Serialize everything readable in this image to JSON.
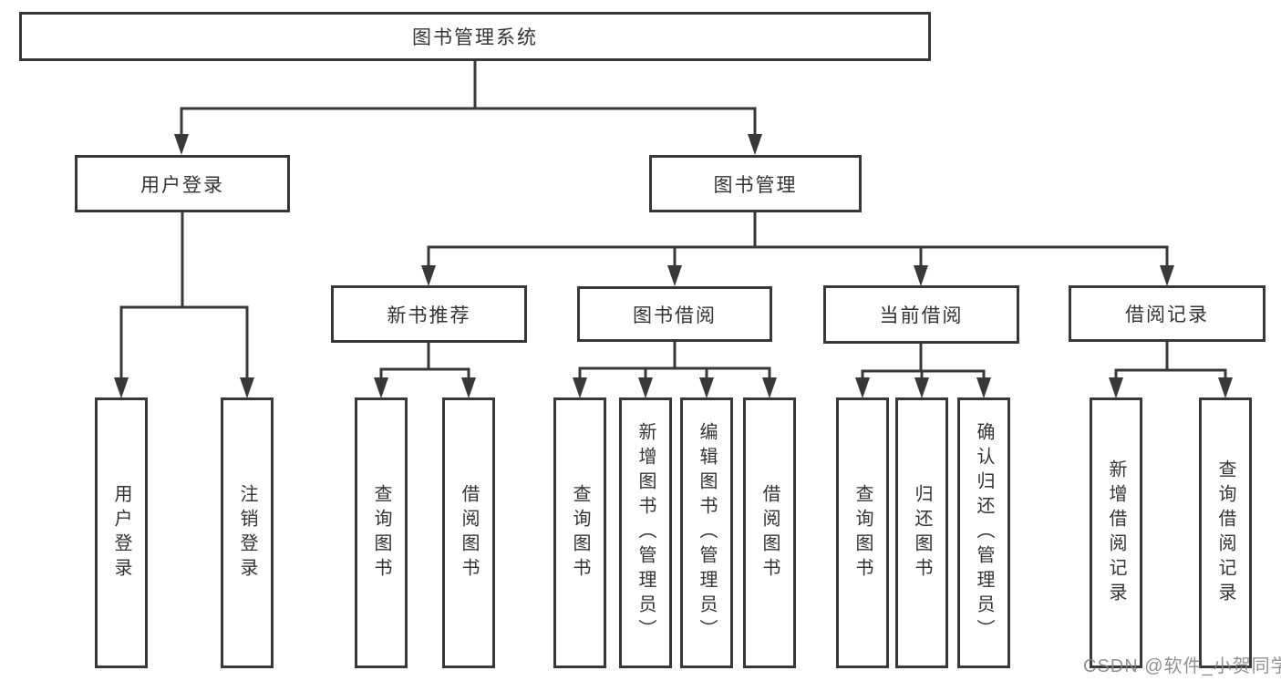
{
  "diagram_type": "functional-structure-tree",
  "colors": {
    "line": "#383838",
    "box_border": "#383838",
    "text": "#333333",
    "background": "#ffffff",
    "watermark": "#828282"
  },
  "tree": {
    "label": "图书管理系统",
    "children": [
      {
        "label": "用户登录",
        "children": [
          {
            "label": "用户登录"
          },
          {
            "label": "注销登录"
          }
        ]
      },
      {
        "label": "图书管理",
        "children": [
          {
            "label": "新书推荐",
            "children": [
              {
                "label": "查询图书"
              },
              {
                "label": "借阅图书"
              }
            ]
          },
          {
            "label": "图书借阅",
            "children": [
              {
                "label": "查询图书"
              },
              {
                "label": "新增图书（管理员）"
              },
              {
                "label": "编辑图书（管理员）"
              },
              {
                "label": "借阅图书"
              }
            ]
          },
          {
            "label": "当前借阅",
            "children": [
              {
                "label": "查询图书"
              },
              {
                "label": "归还图书"
              },
              {
                "label": "确认归还（管理员）"
              }
            ]
          },
          {
            "label": "借阅记录",
            "children": [
              {
                "label": "新增借阅记录"
              },
              {
                "label": "查询借阅记录"
              }
            ]
          }
        ]
      }
    ]
  },
  "watermark": {
    "text": "CSDN @软件_小贺同学"
  }
}
